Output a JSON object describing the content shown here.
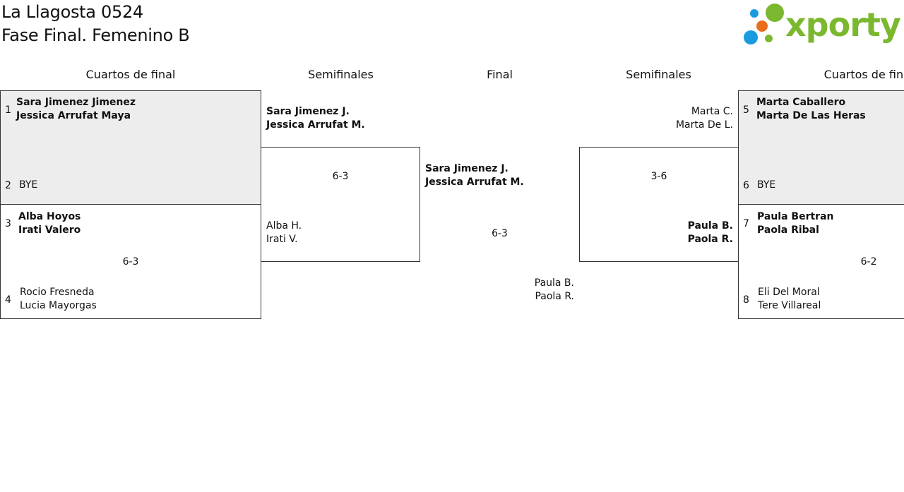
{
  "header": {
    "title_line1": "La Llagosta 0524",
    "title_line2": "Fase Final. Femenino B"
  },
  "logo": {
    "text": "xporty",
    "colors": {
      "green": "#7cb82f",
      "blue": "#1a9be0",
      "orange": "#e86e1c"
    }
  },
  "columns": {
    "left_quarters": "Cuartos de final",
    "left_semis": "Semifinales",
    "final": "Final",
    "right_semis": "Semifinales",
    "right_quarters": "Cuartos de final"
  },
  "left_quarters": {
    "match1": {
      "seed_a": "1",
      "a1": "Sara Jimenez Jimenez",
      "a2": "Jessica Arrufat Maya",
      "seed_b": "2",
      "b1": "BYE"
    },
    "match2": {
      "seed_a": "3",
      "a1": "Alba Hoyos",
      "a2": "Irati Valero",
      "score": "6-3",
      "seed_b": "4",
      "b1": "Rocio Fresneda",
      "b2": "Lucia Mayorgas"
    }
  },
  "left_semis": {
    "top1": "Sara Jimenez J.",
    "top2": "Jessica Arrufat M.",
    "score": "6-3",
    "bot1": "Alba H.",
    "bot2": "Irati V."
  },
  "final": {
    "top1": "Sara Jimenez J.",
    "top2": "Jessica Arrufat M.",
    "score": "6-3",
    "bot1": "Paula B.",
    "bot2": "Paola R."
  },
  "right_semis": {
    "top1": "Marta C.",
    "top2": "Marta De L.",
    "score": "3-6",
    "bot1": "Paula B.",
    "bot2": "Paola R."
  },
  "right_quarters": {
    "match1": {
      "seed_a": "5",
      "a1": "Marta Caballero",
      "a2": "Marta De Las Heras",
      "seed_b": "6",
      "b1": "BYE"
    },
    "match2": {
      "seed_a": "7",
      "a1": "Paula Bertran",
      "a2": "Paola Ribal",
      "score": "6-2",
      "seed_b": "8",
      "b1": "Eli Del Moral",
      "b2": "Tere Villareal"
    }
  }
}
